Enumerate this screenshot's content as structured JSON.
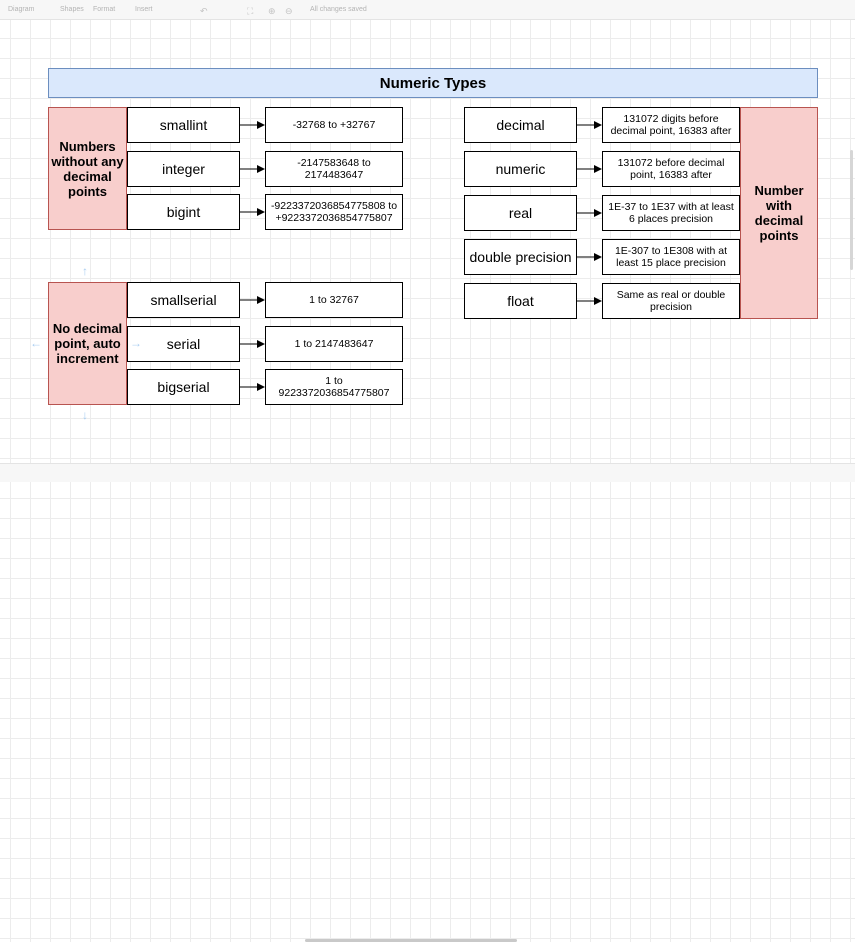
{
  "toolbar": {
    "items": [
      "Diagram",
      "Shapes",
      "Format",
      "Insert",
      "All changes saved"
    ]
  },
  "diagram": {
    "title": "Numeric Types",
    "left_groups": [
      {
        "category": "Numbers without any decimal points",
        "rows": [
          {
            "type": "smallint",
            "range": "-32768 to +32767"
          },
          {
            "type": "integer",
            "range": "-2147583648 to 2174483647"
          },
          {
            "type": "bigint",
            "range": "-9223372036854775808 to +9223372036854775807"
          }
        ]
      },
      {
        "category": "No decimal point, auto increment",
        "rows": [
          {
            "type": "smallserial",
            "range": "1 to 32767"
          },
          {
            "type": "serial",
            "range": "1 to 2147483647"
          },
          {
            "type": "bigserial",
            "range": "1 to 9223372036854775807"
          }
        ]
      }
    ],
    "right_group": {
      "category": "Number with decimal points",
      "rows": [
        {
          "type": "decimal",
          "range": "131072 digits before decimal point, 16383 after"
        },
        {
          "type": "numeric",
          "range": "131072 before decimal point, 16383 after"
        },
        {
          "type": "real",
          "range": "1E-37 to 1E37 with at least 6 places precision"
        },
        {
          "type": "double precision",
          "range": "1E-307 to 1E308 with at least 15 place precision"
        },
        {
          "type": "float",
          "range": "Same as real or double precision"
        }
      ]
    }
  },
  "colors": {
    "header_fill": "#dae8fc",
    "header_border": "#6c8ebf",
    "category_fill": "#f8cecc",
    "category_border": "#b85450"
  }
}
